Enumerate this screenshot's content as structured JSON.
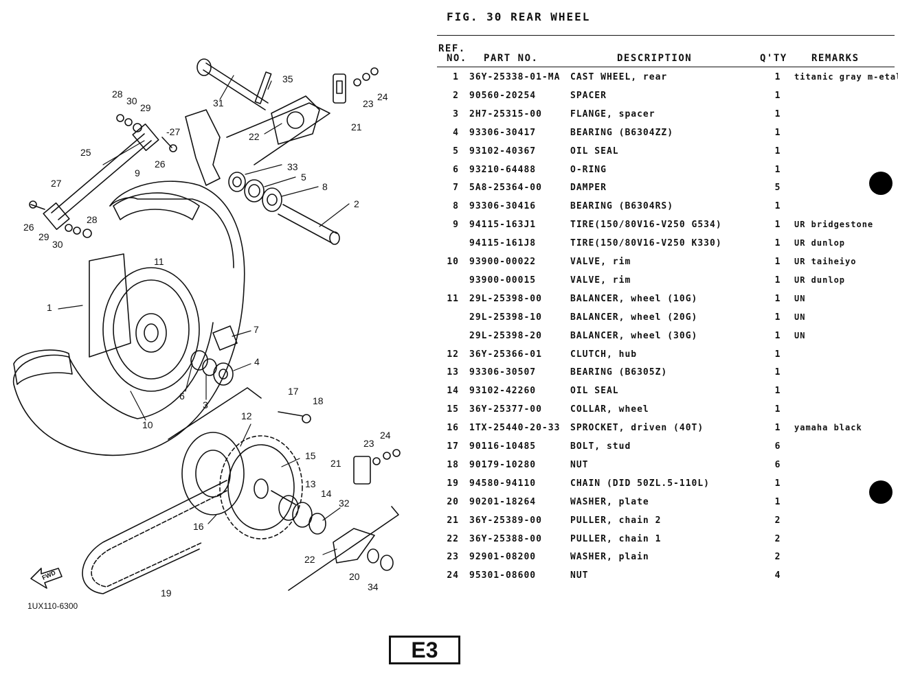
{
  "figure_title": "FIG. 30  REAR WHEEL",
  "table": {
    "headers": {
      "ref_line1": "REF.",
      "ref_line2": "NO.",
      "part_no": "PART NO.",
      "description": "DESCRIPTION",
      "qty": "Q'TY",
      "remarks": "REMARKS"
    },
    "rows": [
      {
        "ref": "1",
        "part_no": "36Y-25338-01-MA",
        "description": "CAST WHEEL, rear",
        "qty": "1",
        "remarks": "titanic gray m-etalic"
      },
      {
        "ref": "2",
        "part_no": "90560-20254",
        "description": "SPACER",
        "qty": "1",
        "remarks": ""
      },
      {
        "ref": "3",
        "part_no": "2H7-25315-00",
        "description": "FLANGE, spacer",
        "qty": "1",
        "remarks": ""
      },
      {
        "ref": "4",
        "part_no": "93306-30417",
        "description": "BEARING (B6304ZZ)",
        "qty": "1",
        "remarks": ""
      },
      {
        "ref": "5",
        "part_no": "93102-40367",
        "description": "OIL SEAL",
        "qty": "1",
        "remarks": ""
      },
      {
        "ref": "6",
        "part_no": "93210-64488",
        "description": "O-RING",
        "qty": "1",
        "remarks": ""
      },
      {
        "ref": "7",
        "part_no": "5A8-25364-00",
        "description": "DAMPER",
        "qty": "5",
        "remarks": ""
      },
      {
        "ref": "8",
        "part_no": "93306-30416",
        "description": "BEARING (B6304RS)",
        "qty": "1",
        "remarks": ""
      },
      {
        "ref": "9",
        "part_no": "94115-163J1",
        "description": "TIRE(150/80V16-V250 G534)",
        "qty": "1",
        "remarks": "UR bridgestone"
      },
      {
        "ref": "",
        "part_no": "94115-161J8",
        "description": "TIRE(150/80V16-V250 K330)",
        "qty": "1",
        "remarks": "UR dunlop"
      },
      {
        "ref": "10",
        "part_no": "93900-00022",
        "description": "VALVE, rim",
        "qty": "1",
        "remarks": "UR taiheiyo"
      },
      {
        "ref": "",
        "part_no": "93900-00015",
        "description": "VALVE, rim",
        "qty": "1",
        "remarks": "UR dunlop"
      },
      {
        "ref": "11",
        "part_no": "29L-25398-00",
        "description": "BALANCER, wheel (10G)",
        "qty": "1",
        "remarks": "UN"
      },
      {
        "ref": "",
        "part_no": "29L-25398-10",
        "description": "BALANCER, wheel (20G)",
        "qty": "1",
        "remarks": "UN"
      },
      {
        "ref": "",
        "part_no": "29L-25398-20",
        "description": "BALANCER, wheel (30G)",
        "qty": "1",
        "remarks": "UN"
      },
      {
        "ref": "12",
        "part_no": "36Y-25366-01",
        "description": "CLUTCH, hub",
        "qty": "1",
        "remarks": ""
      },
      {
        "ref": "13",
        "part_no": "93306-30507",
        "description": "BEARING (B6305Z)",
        "qty": "1",
        "remarks": ""
      },
      {
        "ref": "14",
        "part_no": "93102-42260",
        "description": "OIL SEAL",
        "qty": "1",
        "remarks": ""
      },
      {
        "ref": "15",
        "part_no": "36Y-25377-00",
        "description": "COLLAR, wheel",
        "qty": "1",
        "remarks": ""
      },
      {
        "ref": "16",
        "part_no": "1TX-25440-20-33",
        "description": "SPROCKET, driven (40T)",
        "qty": "1",
        "remarks": "yamaha black"
      },
      {
        "ref": "17",
        "part_no": "90116-10485",
        "description": "BOLT, stud",
        "qty": "6",
        "remarks": ""
      },
      {
        "ref": "18",
        "part_no": "90179-10280",
        "description": "NUT",
        "qty": "6",
        "remarks": ""
      },
      {
        "ref": "19",
        "part_no": "94580-94110",
        "description": "CHAIN (DID 50ZL.5-110L)",
        "qty": "1",
        "remarks": ""
      },
      {
        "ref": "20",
        "part_no": "90201-18264",
        "description": "WASHER, plate",
        "qty": "1",
        "remarks": ""
      },
      {
        "ref": "21",
        "part_no": "36Y-25389-00",
        "description": "PULLER, chain 2",
        "qty": "2",
        "remarks": ""
      },
      {
        "ref": "22",
        "part_no": "36Y-25388-00",
        "description": "PULLER, chain 1",
        "qty": "2",
        "remarks": ""
      },
      {
        "ref": "23",
        "part_no": "92901-08200",
        "description": "WASHER, plain",
        "qty": "2",
        "remarks": ""
      },
      {
        "ref": "24",
        "part_no": "95301-08600",
        "description": "NUT",
        "qty": "4",
        "remarks": ""
      }
    ]
  },
  "diagram": {
    "code": "1UX110-6300",
    "fwd_label": "FWD",
    "callouts": [
      "28",
      "30",
      "29",
      "-27",
      "26",
      "25",
      "27",
      "26",
      "29",
      "30",
      "28",
      "9",
      "31",
      "35",
      "22",
      "21",
      "23",
      "24",
      "33",
      "5",
      "8",
      "2",
      "11",
      "1",
      "7",
      "4",
      "6",
      "3",
      "10",
      "17",
      "18",
      "12",
      "15",
      "23",
      "24",
      "21",
      "13",
      "14",
      "32",
      "16",
      "22",
      "20",
      "34",
      "19"
    ]
  },
  "page_badge": "E3"
}
